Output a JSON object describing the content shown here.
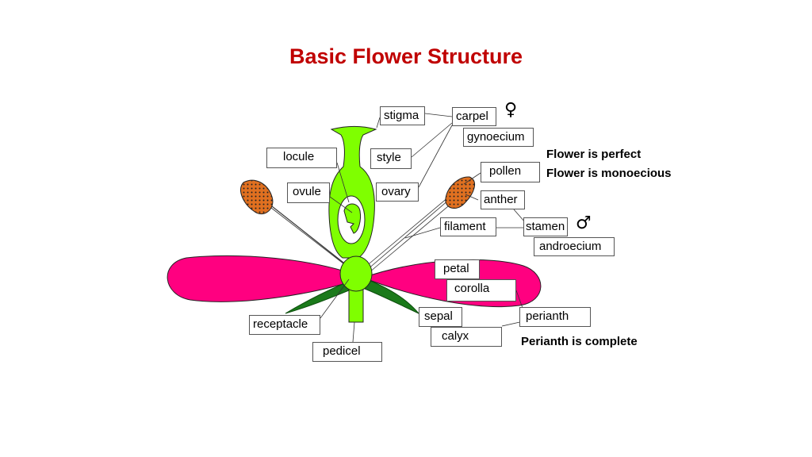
{
  "title": "Basic Flower Structure",
  "colors": {
    "title": "#c00000",
    "pistil": "#7fff00",
    "petal": "#ff0080",
    "sepal": "#1a7a1a",
    "anther": "#e07020"
  },
  "labels": {
    "stigma": "stigma",
    "carpel": "carpel",
    "gynoecium": "gynoecium",
    "locule": "locule",
    "style": "style",
    "pollen": "pollen",
    "ovule": "ovule",
    "ovary": "ovary",
    "anther": "anther",
    "filament": "filament",
    "stamen": "stamen",
    "androecium": "androecium",
    "petal": "petal",
    "corolla": "corolla",
    "sepal": "sepal",
    "perianth": "perianth",
    "calyx": "calyx",
    "receptacle": "receptacle",
    "pedicel": "pedicel"
  },
  "symbols": {
    "female": "♀",
    "male": "♂"
  },
  "notes": {
    "perfect": "Flower is perfect",
    "monoecious": "Flower is monoecious",
    "complete": "Perianth is complete"
  }
}
